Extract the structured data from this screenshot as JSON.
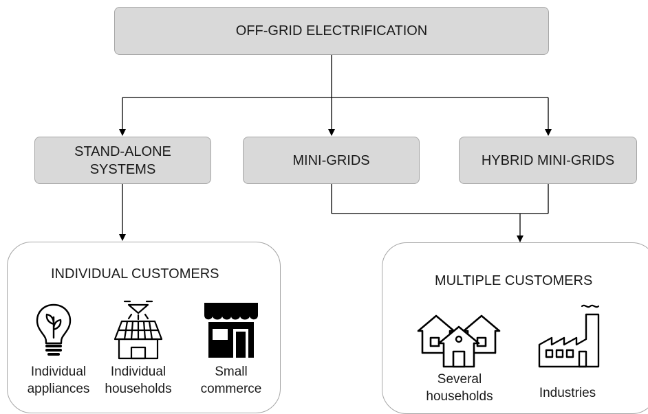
{
  "root": {
    "label": "OFF-GRID ELECTRIFICATION"
  },
  "categories": {
    "standalone": {
      "line1": "STAND-ALONE",
      "line2": "SYSTEMS"
    },
    "minigrids": {
      "label": "MINI-GRIDS"
    },
    "hybrid": {
      "label": "HYBRID MINI-GRIDS"
    }
  },
  "individual": {
    "title": "INDIVIDUAL CUSTOMERS",
    "items": [
      {
        "icon": "lightbulb-leaf-icon",
        "line1": "Individual",
        "line2": "appliances"
      },
      {
        "icon": "solar-house-icon",
        "line1": "Individual",
        "line2": "households"
      },
      {
        "icon": "storefront-icon",
        "line1": "Small",
        "line2": "commerce"
      }
    ]
  },
  "multiple": {
    "title": "MULTIPLE CUSTOMERS",
    "items": [
      {
        "icon": "houses-icon",
        "line1": "Several",
        "line2": "households"
      },
      {
        "icon": "factory-icon",
        "line1": "Industries"
      }
    ]
  },
  "colors": {
    "box_fill": "#d9d9d9",
    "box_border": "#a6a6a6",
    "line": "#000000"
  }
}
